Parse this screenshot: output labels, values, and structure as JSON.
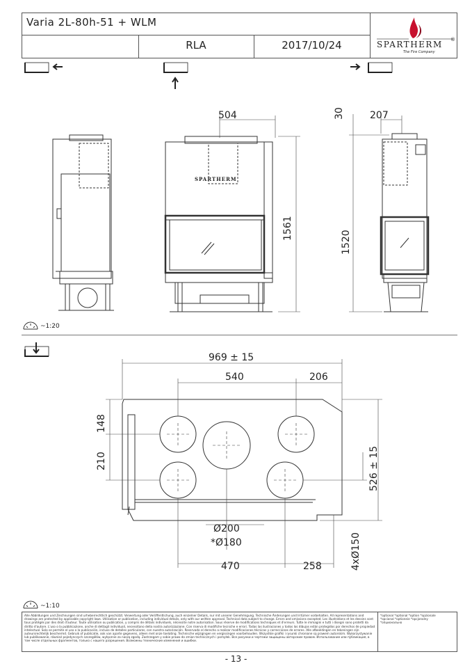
{
  "header": {
    "title": "Varia 2L-80h-51 + WLM",
    "cell_left": "",
    "cell_mid": "RLA",
    "cell_right": "2017/10/24",
    "logo_text": "SPARTHERM",
    "logo_reg": "®",
    "logo_sub": "The Fire Company"
  },
  "front_logo": "SPARTHERM",
  "dimensions": {
    "d504": "504",
    "d207": "207",
    "d30": "30",
    "d1561": "1561",
    "d1520": "1520",
    "d969": "969 ± 15",
    "d540": "540",
    "d206": "206",
    "d148": "148",
    "d210": "210",
    "d526": "526 ± 15",
    "d200": "Ø200",
    "d180": "*Ø180",
    "d150": "4xØ150",
    "d470": "470",
    "d258": "258"
  },
  "scales": {
    "top": "~1:20",
    "bottom": "~1:10"
  },
  "footer": {
    "legal": "Alle Abbildungen und Zeichnungen sind urheberrechtlich geschützt. Verwertung oder Veröffentlichung, auch einzelner Details, nur mit unserer Genehmigung. Technische Änderungen und Irrtümer vorbehalten. All representations and drawings are protected by applicable copyright laws. Utilisation or publication, including individual details, only with our written approval. Technical data subject to change. Errors and omissions excepted. Les illustrations et les dessins sont tous protégés par des droit d'auteur. Toute utilisation ou publication, y compris de détails individuels, nécessite notre autorisation. Sous réserve de modifications techniques et d'erreurs. Tutte le immagini e tutti i disegni sono protetti da diritto d'autore. L'uso o la pubblicazione, anche di dettagli individuali, necessitano della nostra autorizzazione. Con riserva di modifiche tecniche e errori. Todas las ilustraciones y todos los dibujos están protegidos por derechos de propiedad intelectual. Solo se permite el uso o la publicación, incluso de detalles particulares, con nuestra autorización. Reservado el derecho a realizar modificaciones técnicas y correcciones de errores. Alle afbeeldingen en tekeningen zijn auteursrechtelijk beschermd. Gebruik of publicatie, ook van aparte gegevens, alleen met onze toelating. Technische wijzigingen en vergissingen voorbehouden. Wszystkie grafiki i rysunki chronione są prawem autorskim. Wykorzystywanie lub publikowanie, również pojedynczych szczegółów, wyłącznie za naszą zgodą. Zastrzegam y sobie prawo do zmian technicznych i pomyłek. Все рисунки и чертежи защищены авторским правом. Использование или публикация, в том числе отдельных фрагментов, только с нашего разрешения. Возможны технические изменения и ошибки.",
    "notes": "*optional *optional *option *opzionale *opcional *optioneie *opcjonalny *опционально"
  },
  "page_number": "- 13 -"
}
